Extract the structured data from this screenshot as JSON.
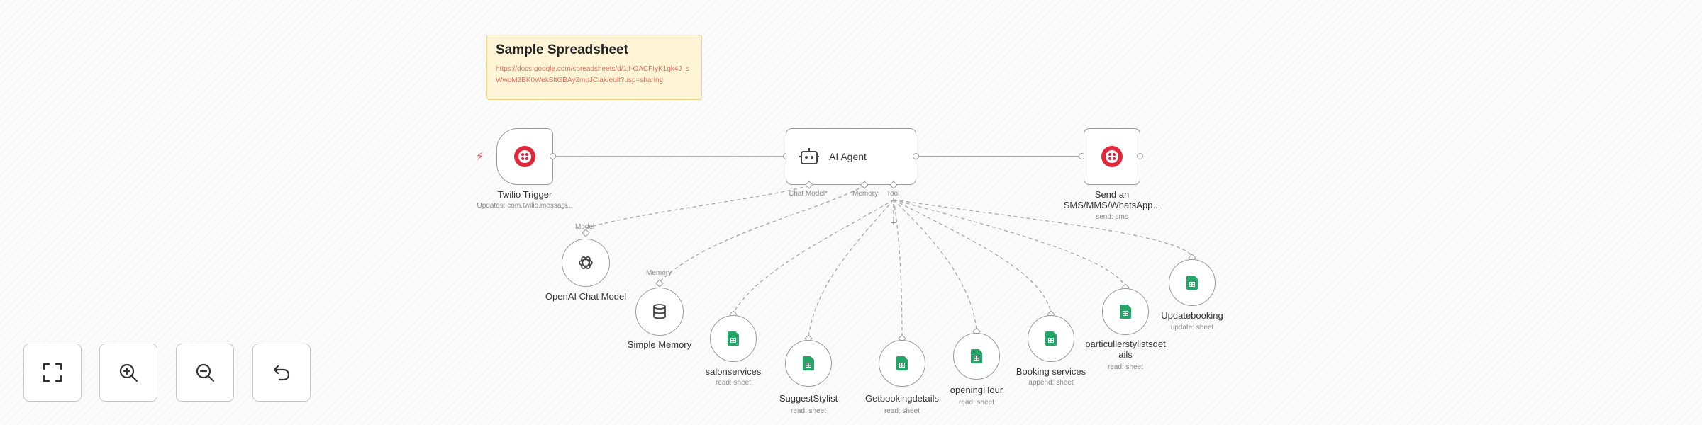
{
  "sticky": {
    "title": "Sample Spreadsheet",
    "link": "https://docs.google.com/spreadsheets/d/1jf-OACFIyK1gk4J_sWwpM2BK0WekBltGBAy2mpJClak/edit?usp=sharing"
  },
  "nodes": {
    "twilio_trigger": {
      "label": "Twilio Trigger",
      "sub": "Updates: com.twilio.messagi..."
    },
    "ai_agent": {
      "label": "AI Agent"
    },
    "send_sms": {
      "label1": "Send an",
      "label2": "SMS/MMS/WhatsApp...",
      "sub": "send: sms"
    },
    "openai_chat_model": {
      "label": "OpenAI Chat Model"
    },
    "simple_memory": {
      "label": "Simple Memory"
    },
    "salonservices": {
      "label": "salonservices",
      "sub": "read: sheet"
    },
    "suggest_stylist": {
      "label": "SuggestStylist",
      "sub": "read: sheet"
    },
    "getbookingdetails": {
      "label": "Getbookingdetails",
      "sub": "read: sheet"
    },
    "opening_hour": {
      "label": "openingHour",
      "sub": "read: sheet"
    },
    "booking_services": {
      "label": "Booking services",
      "sub": "append: sheet"
    },
    "particuller_stylists": {
      "label1": "particullerstylistsdet",
      "label2": "ails",
      "sub": "read: sheet"
    },
    "updatebooking": {
      "label": "Updatebooking",
      "sub": "update: sheet"
    }
  },
  "ports": {
    "chat_model": "Chat Model*",
    "memory": "Memory",
    "tool": "Tool",
    "model_in": "Model",
    "memory_in": "Memory"
  },
  "colors": {
    "twilio": "#e2273a",
    "sheets": "#23a566",
    "sticky_bg": "#fff5d6",
    "link": "#e06d5a"
  },
  "controls": [
    "fit-view",
    "zoom-in",
    "zoom-out",
    "reset"
  ]
}
